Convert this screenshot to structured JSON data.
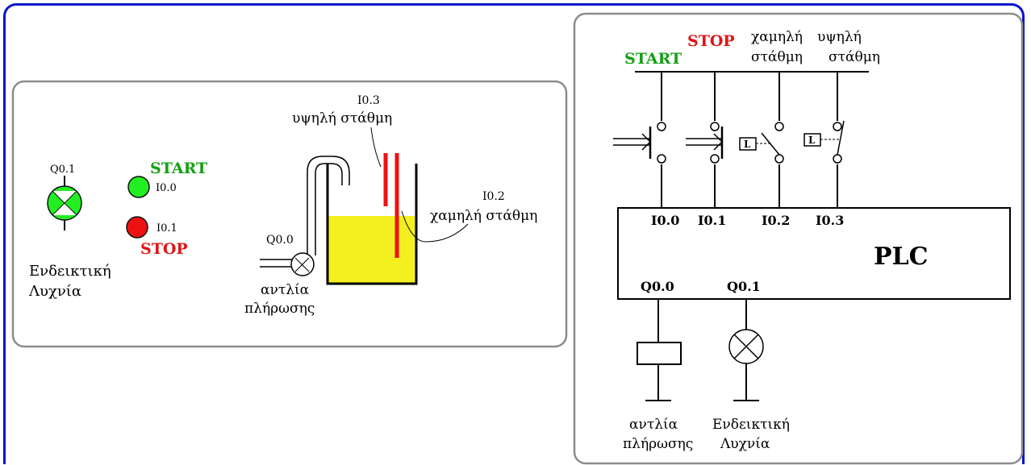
{
  "colors": {
    "frame_blue": "#0a14c8",
    "panel_border": "#8c8c8c",
    "start_green": "#14a014",
    "stop_red": "#e01414",
    "lamp_green": "#22ee22",
    "tank_fill": "#f4f020"
  },
  "left_panel": {
    "lamp": {
      "address": "Q0.1",
      "label_line1": "Ενδεικτική",
      "label_line2": "Λυχνία"
    },
    "start_button": {
      "label": "START",
      "address": "I0.0"
    },
    "stop_button": {
      "label": "STOP",
      "address": "I0.1"
    },
    "high_level": {
      "address": "I0.3",
      "label": "υψηλή στάθμη"
    },
    "low_level": {
      "address": "I0.2",
      "label": "χαμηλή στάθμη"
    },
    "pump": {
      "address": "Q0.0",
      "label_line1": "αντλία",
      "label_line2": "πλήρωσης"
    }
  },
  "right_panel": {
    "start_label": "START",
    "stop_label": "STOP",
    "low_level_line1": "χαμηλή",
    "low_level_line2": "στάθμη",
    "high_level_line1": "υψηλή",
    "high_level_line2": "στάθμη",
    "switch_letter_low": "L",
    "switch_letter_high": "L",
    "inputs": [
      "I0.0",
      "I0.1",
      "I0.2",
      "I0.3"
    ],
    "plc_label": "PLC",
    "output_pump": "Q0.0",
    "output_lamp": "Q0.1",
    "pump_line1": "αντλία",
    "pump_line2": "πλήρωσης",
    "lamp_line1": "Ενδεικτική",
    "lamp_line2": "Λυχνία"
  }
}
